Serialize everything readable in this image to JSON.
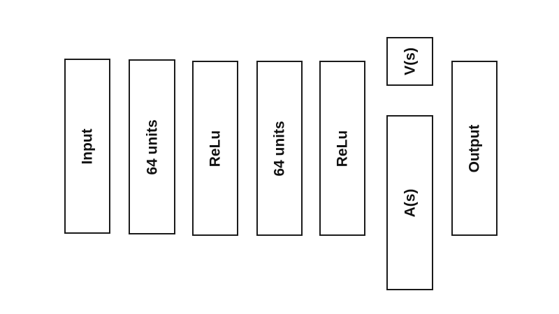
{
  "diagram": {
    "input": "Input",
    "dense_1": "64 units",
    "relu_1": "ReLu",
    "dense_2": "64 units",
    "relu_2": "ReLu",
    "value_stream": "V(s)",
    "advantage_stream": "A(s)",
    "output": "Output"
  }
}
